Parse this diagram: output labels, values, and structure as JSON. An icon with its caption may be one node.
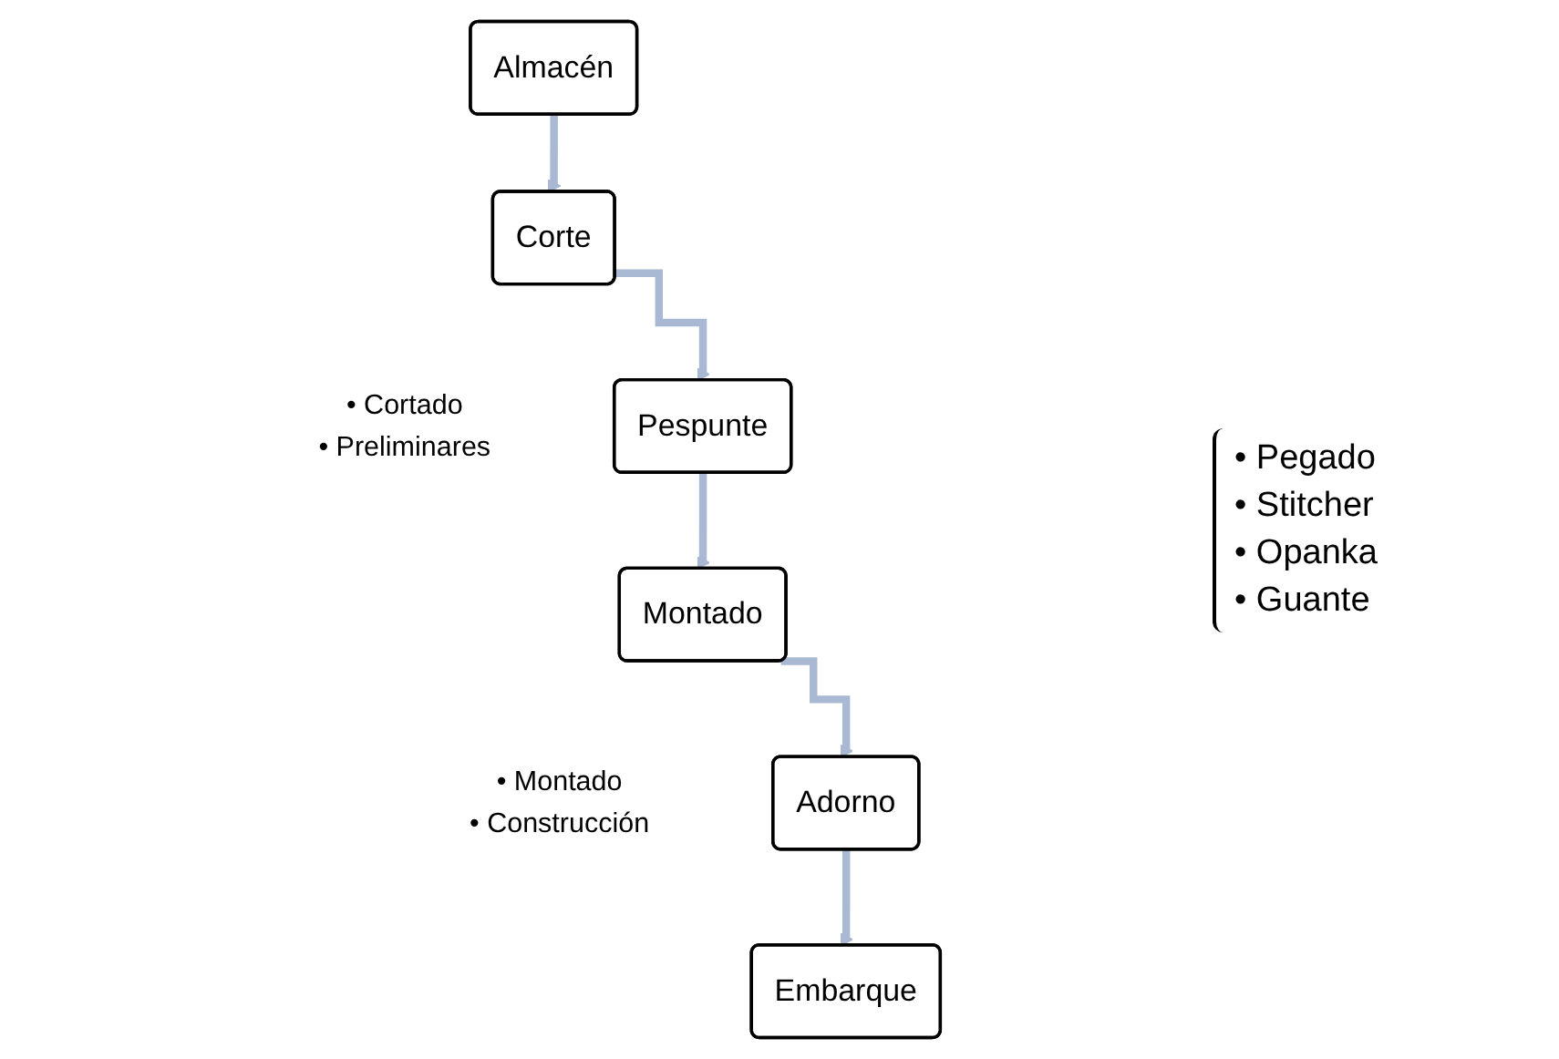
{
  "diagram": {
    "nodes": [
      {
        "text": [
          "Almacén"
        ]
      },
      {
        "text": [
          "Corte"
        ],
        "beside": [
          "• Cortado",
          "• Preliminares"
        ]
      },
      {
        "text": [
          "Pespunte"
        ]
      },
      {
        "text": [
          "Montado"
        ],
        "beside": [
          "• Montado",
          "• Construcción"
        ]
      },
      {
        "text": [
          "Adorno"
        ]
      },
      {
        "text": [
          "Embarque"
        ]
      }
    ],
    "edges": [
      {
        "from": 0,
        "to": 1,
        "arrow": "to"
      },
      {
        "from": 1,
        "to": 2,
        "arrow": "to"
      },
      {
        "from": 2,
        "to": 3,
        "arrow": "to"
      },
      {
        "from": 3,
        "to": 4,
        "arrow": "to"
      },
      {
        "from": 4,
        "to": 5,
        "arrow": "to"
      }
    ],
    "labels": [
      "• Pegado",
      "• Stitcher",
      "• Opanka",
      "• Guante"
    ]
  }
}
